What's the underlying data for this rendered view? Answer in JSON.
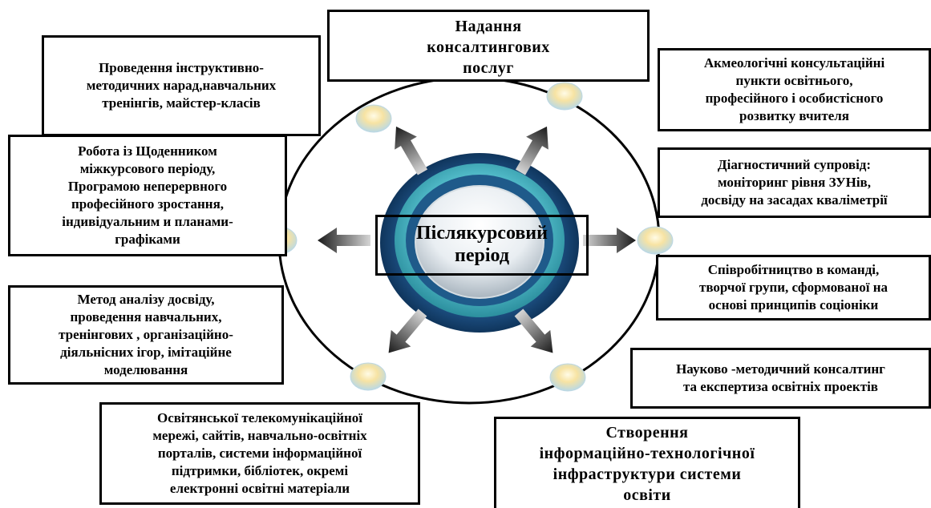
{
  "center": {
    "label": "Післякурсовий\nперіод"
  },
  "boxes": [
    {
      "id": "consulting-services",
      "text": "Надання\nконсалтингових\nпослуг"
    },
    {
      "id": "instructional-meetings",
      "text": "Проведення інструктивно-\nметодичних нарад,навчальних\nтренінгів,  майстер-класів"
    },
    {
      "id": "acmeological-points",
      "text": "Акмеологічні   консультаційні\nпункти освітнього,\nпрофесійного і особистісного\nрозвитку вчителя"
    },
    {
      "id": "diary-work",
      "text": "Робота із Щоденником\nміжкурсового періоду,\nПрограмою неперервного\nпрофесійного зростання,\nіндивідуальним и планами-\nграфіками"
    },
    {
      "id": "diagnostic-support",
      "text": "Діагностичний супровід:\nмоніторинг рівня ЗУНів,\nдосвіду на засадах кваліметрії"
    },
    {
      "id": "team-cooperation",
      "text": "Співробітництво    в команді,\nтворчої групи, сформованої на\nоснові принципів соціоніки"
    },
    {
      "id": "experience-analysis",
      "text": "Метод  аналізу досвіду,\nпроведення навчальних,\nтренінгових  , організаційно-\nдіяльнісних ігор, імітаційне\nмоделювання"
    },
    {
      "id": "scientific-consulting",
      "text": "Науково -методичний консалтинг\nта експертиза освітніх проектів"
    },
    {
      "id": "telecom-network",
      "text": "Освітянської телекомунікаційної\nмережі, сайтів, навчально-освітніх\nпорталів, системи інформаційної\nпідтримки, бібліотек, окремі\nелектронні освітні матеріали"
    },
    {
      "id": "it-infrastructure",
      "text": "Створення\nінформаційно-технологічної\nінфраструктури системи\nосвіти"
    }
  ]
}
